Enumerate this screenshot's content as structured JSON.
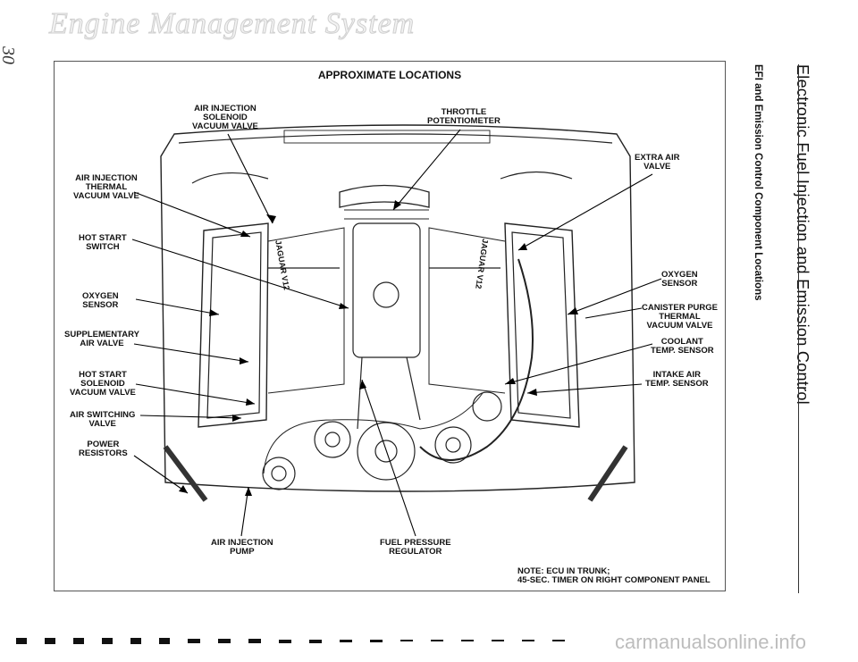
{
  "header": {
    "title": "Engine Management System",
    "page_number": "30"
  },
  "diagram": {
    "title": "APPROXIMATE LOCATIONS",
    "labels": {
      "air_injection_solenoid": "AIR INJECTION\nSOLENOID\nVACUUM VALVE",
      "throttle_potentiometer": "THROTTLE\nPOTENTIOMETER",
      "extra_air_valve": "EXTRA AIR\nVALVE",
      "air_injection_thermal": "AIR INJECTION\nTHERMAL\nVACUUM VALVE",
      "hot_start_switch": "HOT START\nSWITCH",
      "oxygen_sensor_left": "OXYGEN\nSENSOR",
      "oxygen_sensor_right": "OXYGEN\nSENSOR",
      "canister_purge": "CANISTER PURGE\nTHERMAL\nVACUUM VALVE",
      "supplementary_air_valve": "SUPPLEMENTARY\nAIR VALVE",
      "coolant_temp_sensor": "COOLANT\nTEMP. SENSOR",
      "hot_start_solenoid": "HOT START\nSOLENOID\nVACUUM VALVE",
      "intake_air_temp_sensor": "INTAKE AIR\nTEMP. SENSOR",
      "air_switching_valve": "AIR SWITCHING\nVALVE",
      "power_resistors": "POWER\nRESISTORS",
      "air_injection_pump": "AIR INJECTION\nPUMP",
      "fuel_pressure_regulator": "FUEL PRESSURE\nREGULATOR",
      "note": "NOTE: ECU IN TRUNK;\n45-SEC. TIMER ON RIGHT COMPONENT PANEL"
    },
    "engine_badges": {
      "left": "JAGUAR V12",
      "right": "JAGUAR V12"
    }
  },
  "side": {
    "main_title": "Electronic Fuel Injection and Emission Control",
    "subtitle": "EFI and Emission Control Component Locations"
  },
  "footer": {
    "watermark": "carmanualsonline.info"
  }
}
